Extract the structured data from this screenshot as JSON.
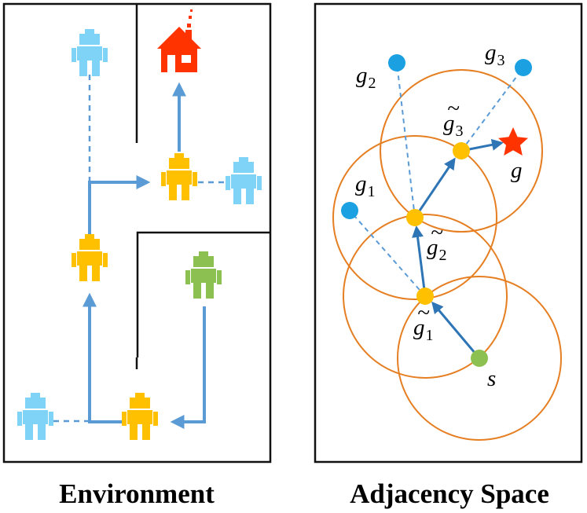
{
  "panels": {
    "environment": {
      "caption": "Environment"
    },
    "adjacency": {
      "caption": "Adjacency Space",
      "labels": {
        "g1": "g",
        "g1_sub": "1",
        "g2": "g",
        "g2_sub": "2",
        "g3": "g",
        "g3_sub": "3",
        "gt1": "g",
        "gt1_sub": "1",
        "gt2": "g",
        "gt2_sub": "2",
        "gt3": "g",
        "gt3_sub": "3",
        "tilde": "~",
        "goal": "g",
        "start": "s"
      }
    }
  },
  "colors": {
    "frame": "#111111",
    "wall": "#111111",
    "path": "#5b9bd5",
    "robot_blue": "#7fd3f7",
    "robot_yellow": "#ffc000",
    "robot_green": "#8cc152",
    "house": "#ff3300",
    "circle": "#e67e22",
    "node_blue": "#1ba1e2",
    "node_yellow": "#ffc000",
    "node_green": "#8cc152",
    "star": "#ff3300",
    "adj_arrow": "#2e75b6",
    "dashed": "#5b9bd5"
  },
  "icons": {
    "robot": "robot-icon",
    "house": "house-icon",
    "star": "star-icon"
  }
}
